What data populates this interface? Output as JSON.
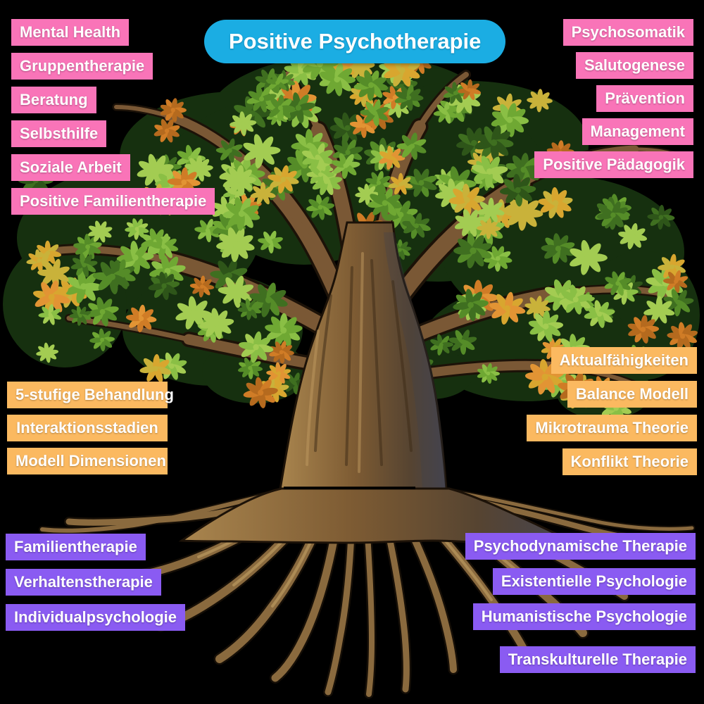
{
  "title": "Positive Psychotherapie",
  "colors": {
    "background": "#000000",
    "title_bg": "#1BADE3",
    "pink": "#F974B8",
    "orange": "#FBB960",
    "purple": "#8A5BF2",
    "label_text": "#FFFFFF"
  },
  "groups": {
    "top_left": {
      "color": "pink",
      "items": [
        "Mental Health",
        "Gruppentherapie",
        "Beratung",
        "Selbsthilfe",
        "Soziale Arbeit",
        "Positive Familientherapie"
      ]
    },
    "top_right": {
      "color": "pink",
      "items": [
        "Psychosomatik",
        "Salutogenese",
        "Prävention",
        "Management",
        "Positive Pädagogik"
      ]
    },
    "mid_left": {
      "color": "orange",
      "items": [
        "5-stufige Behandlung",
        "Interaktionsstadien",
        "Modell Dimensionen"
      ]
    },
    "mid_right": {
      "color": "orange",
      "items": [
        "Aktualfähigkeiten",
        "Balance Modell",
        "Mikrotrauma Theorie",
        "Konflikt Theorie"
      ]
    },
    "bottom_left": {
      "color": "purple",
      "items": [
        "Familientherapie",
        "Verhaltenstherapie",
        "Individualpsychologie"
      ]
    },
    "bottom_right": {
      "color": "purple",
      "items": [
        "Psychodynamische Therapie",
        "Existentielle Psychologie",
        "Humanistische Psychologie",
        "Transkulturelle Therapie"
      ]
    }
  }
}
